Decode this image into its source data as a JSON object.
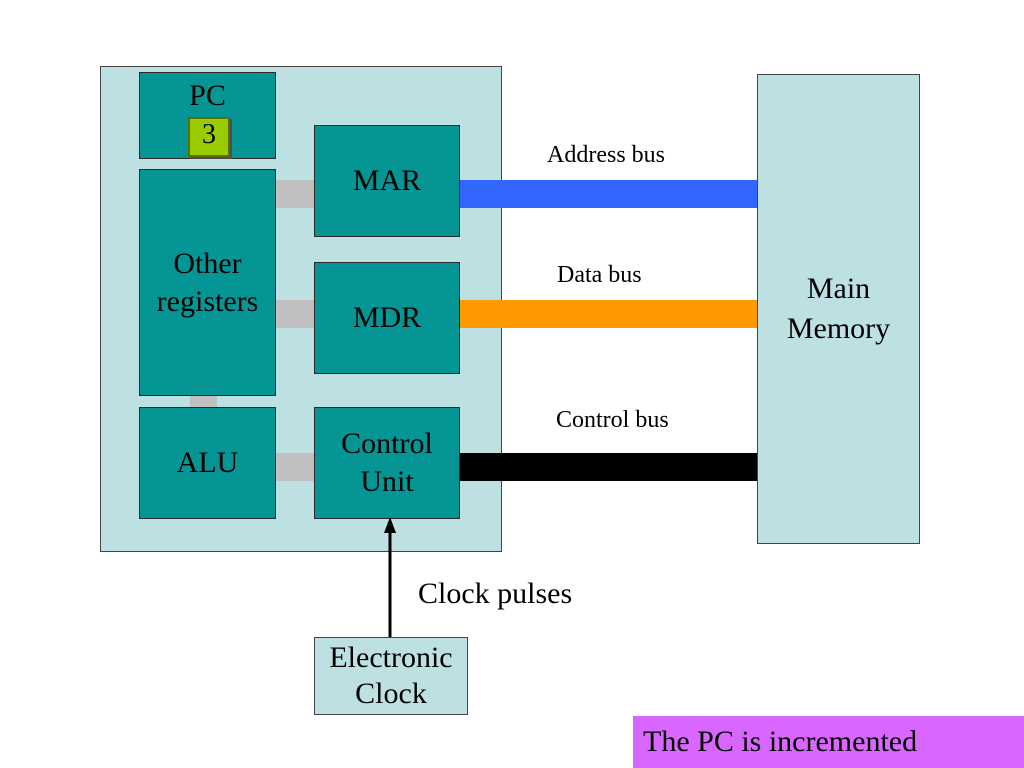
{
  "cpu": {
    "pc": {
      "label": "PC",
      "value": "3"
    },
    "other_registers": "Other registers",
    "alu": "ALU",
    "mar": "MAR",
    "mdr": "MDR",
    "control_unit": "Control Unit"
  },
  "main_memory": "Main Memory",
  "buses": {
    "address": {
      "label": "Address bus",
      "color": "#3366ff"
    },
    "data": {
      "label": "Data bus",
      "color": "#ff9900"
    },
    "control": {
      "label": "Control bus",
      "color": "#000000"
    }
  },
  "clock": {
    "label": "Electronic Clock",
    "pulses_label": "Clock pulses"
  },
  "caption": "The PC is incremented",
  "colors": {
    "register_fill": "#049594",
    "panel_fill": "#bde0e3",
    "pc_value_fill": "#99cc00",
    "caption_fill": "#d966ff",
    "connector": "#c0c0c0"
  }
}
